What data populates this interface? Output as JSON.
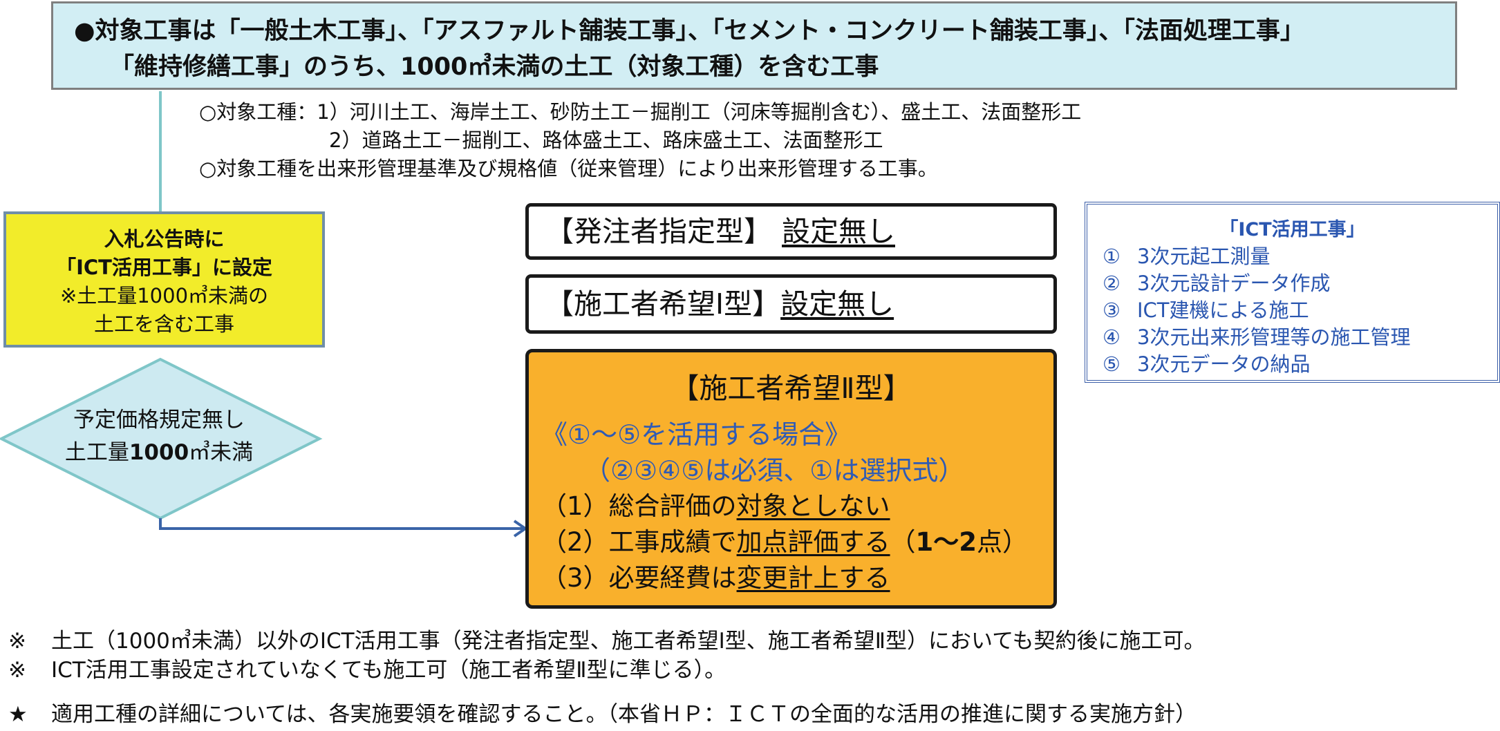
{
  "header": {
    "line1": "●対象工事は「一般土木工事」、「アスファルト舗装工事」、「セメント・コンクリート舗装工事」、「法面処理工事」",
    "line2": "「維持修繕工事」のうち、1000㎥未満の土工（対象工種）を含む工事"
  },
  "scope": {
    "line1": "○対象工種：1）河川土工、海岸土工、砂防土工－掘削工（河床等掘削含む）、盛土工、法面整形工",
    "line2": "2）道路土工－掘削工、路体盛土工、路床盛土工、法面整形工",
    "line3": "○対象工種を出来形管理基準及び規格値（従来管理）により出来形管理する工事。"
  },
  "yellow_box": {
    "line1": "入札公告時に",
    "line2": "「ICT活用工事」に設定",
    "line3": "※土工量1000㎥未満の",
    "line4": "土工を含む工事"
  },
  "diamond": {
    "line1": "予定価格規定無し",
    "line2_a": "土工量",
    "line2_b": "1000",
    "line2_c": "㎥未満"
  },
  "type1": {
    "label": "【発注者指定型】",
    "status": "設定無し"
  },
  "type2": {
    "label": "【施工者希望Ⅰ型】",
    "status": "設定無し"
  },
  "type3": {
    "title": "【施工者希望Ⅱ型】",
    "condition": "《①～⑤を活用する場合》",
    "requirement": "（②③④⑤は必須、①は選択式）",
    "effect1_a": "（1）総合評価の",
    "effect1_b": "対象としない",
    "effect2_a": "（2）工事成績で",
    "effect2_b": "加点評価する",
    "effect2_c": "（",
    "effect2_d": "1～2",
    "effect2_e": "点）",
    "effect3_a": "（3）必要経費は",
    "effect3_b": "変更計上する"
  },
  "ict_box": {
    "title": "「ICT活用工事」",
    "items": [
      {
        "num": "①",
        "text": "3次元起工測量"
      },
      {
        "num": "②",
        "text": "3次元設計データ作成"
      },
      {
        "num": "③",
        "text": "ICT建機による施工"
      },
      {
        "num": "④",
        "text": "3次元出来形管理等の施工管理"
      },
      {
        "num": "⑤",
        "text": "3次元データの納品"
      }
    ]
  },
  "notes": {
    "note1_mark": "※",
    "note1": "土工（1000㎥未満）以外のICT活用工事（発注者指定型、施工者希望Ⅰ型、施工者希望Ⅱ型）においても契約後に施工可。",
    "note2_mark": "※",
    "note2": "ICT活用工事設定されていなくても施工可（施工者希望Ⅱ型に準じる）。",
    "note3_mark": "★",
    "note3": "適用工種の詳細については、各実施要領を確認すること。（本省ＨＰ：ＩＣＴの全面的な活用の推進に関する実施方針）"
  },
  "colors": {
    "header_bg": "#d2eef4",
    "yellow_bg": "#f2ec2a",
    "diamond_bg": "#cdeaf1",
    "orange_bg": "#f9b02c",
    "accent_blue": "#2f5bb5",
    "arrow_blue": "#3a64a8",
    "connector_teal": "#7fc6c8"
  }
}
